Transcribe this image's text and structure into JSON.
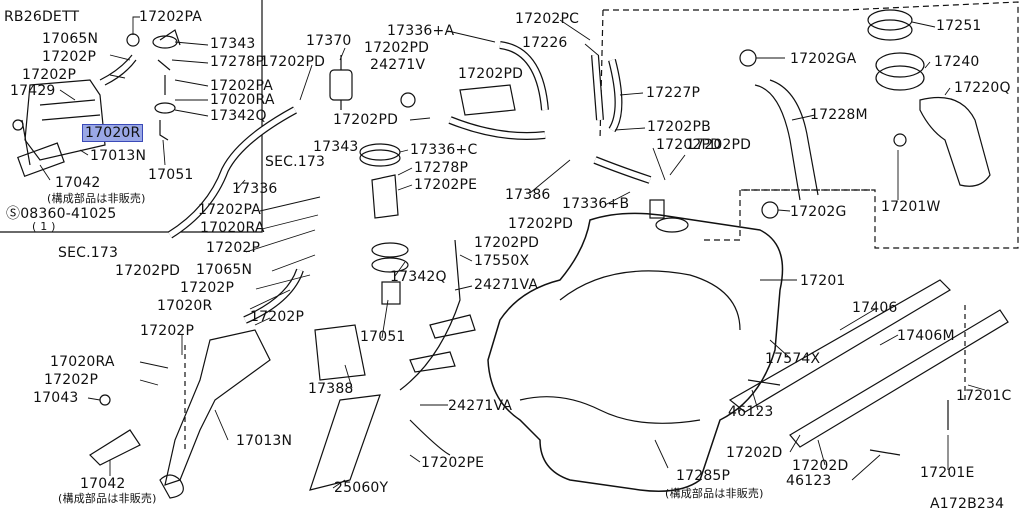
{
  "diagram": {
    "model": "RB26DETT",
    "code": "A172B234",
    "highlighted_part": "17020R",
    "note_unsold": "(構成部品は非販売)",
    "note_unsold_2": "(構成部品は非販売)",
    "note_unsold_3": "(構成部品は非販売)",
    "bolt_label": "Ⓢ08360-41025",
    "bolt_qty": "( 1 )",
    "sec_a": "SEC.173",
    "sec_b": "SEC.173"
  },
  "parts": {
    "p17202PA_a": "17202PA",
    "p17065N_a": "17065N",
    "p17343_a": "17343",
    "p17202P_a": "17202P",
    "p17278P_a": "17278P",
    "p17202P_b": "17202P",
    "p17429": "17429",
    "p17202PA_b": "17202PA",
    "p17020RA_a": "17020RA",
    "p17342Q_a": "17342Q",
    "p17020R_hl": "17020R",
    "p17013N_a": "17013N",
    "p17051_a": "17051",
    "p17042_a": "17042",
    "p17370": "17370",
    "p17202PD_a": "17202PD",
    "p17336A": "17336+A",
    "p17202PD_b": "17202PD",
    "p24271V": "24271V",
    "p17202PD_c": "17202PD",
    "p17202PC": "17202PC",
    "p17226": "17226",
    "p17227P": "17227P",
    "p17202PD_d": "17202PD",
    "p17202PB": "17202PB",
    "p17343_b": "17343",
    "p17336C": "17336+C",
    "p17278P_b": "17278P",
    "p17202PE_a": "17202PE",
    "p17386": "17386",
    "p17336B": "17336+B",
    "p17202PD_e": "17202PD",
    "p17202PD_f": "17202PD",
    "p17336": "17336",
    "p17202PA_c": "17202PA",
    "p17020RA_b": "17020RA",
    "p17202P_c": "17202P",
    "p17065N_b": "17065N",
    "p17202P_d": "17202P",
    "p17020R_b": "17020R",
    "p17202P_e": "17202P",
    "p17202PD_g": "17202PD",
    "p17342Q_b": "17342Q",
    "p17550X": "17550X",
    "p24271VA_a": "24271VA",
    "p17051_b": "17051",
    "p17202P_f": "17202P",
    "p17020RA_c": "17020RA",
    "p17202P_g": "17202P",
    "p17043": "17043",
    "p17388": "17388",
    "p24271VA_b": "24271VA",
    "p17013N_b": "17013N",
    "p17042_b": "17042",
    "p25060Y": "25060Y",
    "p17202PE_b": "17202PE",
    "p17285P": "17285P",
    "p17251": "17251",
    "p17202GA": "17202GA",
    "p17240": "17240",
    "p17228M": "17228M",
    "p17220Q": "17220Q",
    "p17202PD_h": "17202PD",
    "p17201W": "17201W",
    "p17202G": "17202G",
    "p17201": "17201",
    "p17406": "17406",
    "p17406M": "17406M",
    "p17574X": "17574X",
    "p46123_a": "46123",
    "p17201C": "17201C",
    "p17202D_a": "17202D",
    "p17202D_b": "17202D",
    "p46123_b": "46123",
    "p17201E": "17201E"
  }
}
